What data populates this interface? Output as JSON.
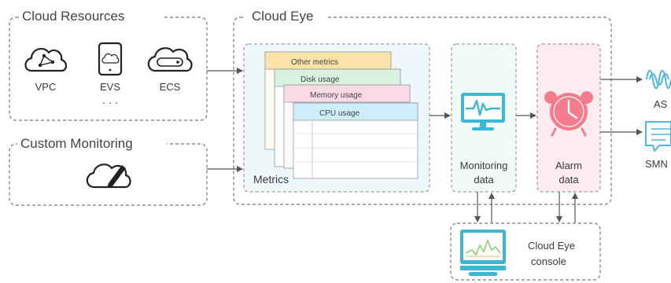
{
  "groups": {
    "cloud_resources": "Cloud Resources",
    "custom_monitoring": "Custom Monitoring",
    "cloud_eye": "Cloud Eye"
  },
  "resources": {
    "vpc": "VPC",
    "evs": "EVS",
    "ecs": "ECS",
    "ellipsis": "· · ·"
  },
  "metrics": {
    "label": "Metrics",
    "sheets": [
      "Other metrics",
      "Disk usage",
      "Memory usage",
      "CPU usage"
    ]
  },
  "monitoring_data": {
    "line1": "Monitoring",
    "line2": "data"
  },
  "alarm_data": {
    "line1": "Alarm",
    "line2": "data"
  },
  "outputs": {
    "as": "AS",
    "smn": "SMN"
  },
  "console": {
    "line1": "Cloud Eye",
    "line2": "console"
  },
  "colors": {
    "sheet_other": "#fbe2a8",
    "sheet_disk": "#d9f2e0",
    "sheet_memory": "#fbd9e6",
    "sheet_cpu": "#cdeefa",
    "monitor_panel": "#eefbf8",
    "alarm_panel": "#fdebef",
    "monitor_icon": "#3bb8d4",
    "alarm_icon": "#f57c8c",
    "output_icon": "#4bb8e0"
  }
}
